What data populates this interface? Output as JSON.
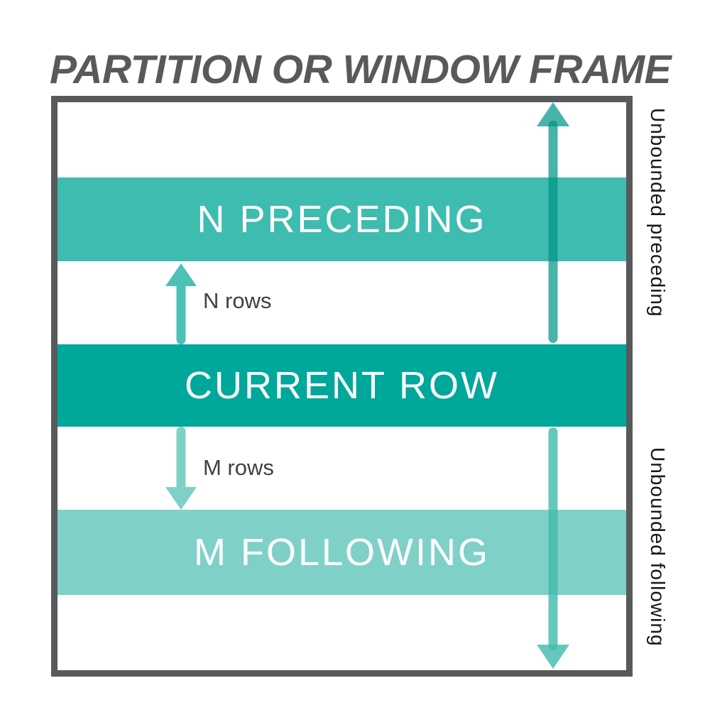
{
  "title": "PARTITION OR WINDOW FRAME",
  "frame": {
    "bands": [
      {
        "id": "n-preceding",
        "label": "N PRECEDING"
      },
      {
        "id": "current-row",
        "label": "CURRENT ROW"
      },
      {
        "id": "m-following",
        "label": "M FOLLOWING"
      }
    ]
  },
  "annotations": {
    "n_rows": "N rows",
    "m_rows": "M rows",
    "unbounded_preceding": "Unbounded preceding",
    "unbounded_following": "Unbounded following"
  },
  "colors": {
    "title": "#58595B",
    "frame_border": "#58595B",
    "band_preceding": "#3EBCB0",
    "band_current": "#00A79B",
    "band_following": "#7FD1C8",
    "band_text": "#FFFFFF",
    "small_up_arrow": "#4CC2B6",
    "small_down_arrow": "#7FD1C8",
    "tall_up_arrow": "rgba(0,150,136,0.72)",
    "tall_down_arrow": "rgba(64,186,172,0.8)",
    "rows_label_text": "#414042",
    "side_label_text": "#161616"
  }
}
